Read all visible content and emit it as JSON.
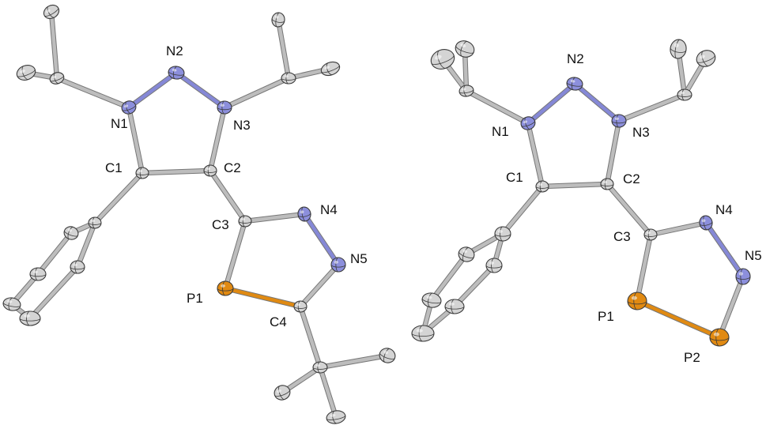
{
  "colors": {
    "carbon": "#d4d4d4",
    "nitrogen": "#8c8fdc",
    "phosphorus": "#e18a12",
    "bond_carbon": "#bdbdbd",
    "bond_nitrogen": "#8588d6",
    "bond_phosphorus": "#e08a12",
    "outline": "#3a3a3a",
    "label": "#111111"
  },
  "molecules": [
    {
      "id": "left",
      "labels": [
        {
          "key": "N1",
          "text": "N1"
        },
        {
          "key": "N2",
          "text": "N2"
        },
        {
          "key": "N3",
          "text": "N3"
        },
        {
          "key": "C1",
          "text": "C1"
        },
        {
          "key": "C2",
          "text": "C2"
        },
        {
          "key": "C3",
          "text": "C3"
        },
        {
          "key": "N4",
          "text": "N4"
        },
        {
          "key": "N5",
          "text": "N5"
        },
        {
          "key": "P1",
          "text": "P1"
        },
        {
          "key": "C4",
          "text": "C4"
        }
      ]
    },
    {
      "id": "right",
      "labels": [
        {
          "key": "N1",
          "text": "N1"
        },
        {
          "key": "N2",
          "text": "N2"
        },
        {
          "key": "N3",
          "text": "N3"
        },
        {
          "key": "C1",
          "text": "C1"
        },
        {
          "key": "C2",
          "text": "C2"
        },
        {
          "key": "C3",
          "text": "C3"
        },
        {
          "key": "N4",
          "text": "N4"
        },
        {
          "key": "N5",
          "text": "N5"
        },
        {
          "key": "P1",
          "text": "P1"
        },
        {
          "key": "P2",
          "text": "P2"
        }
      ]
    }
  ]
}
